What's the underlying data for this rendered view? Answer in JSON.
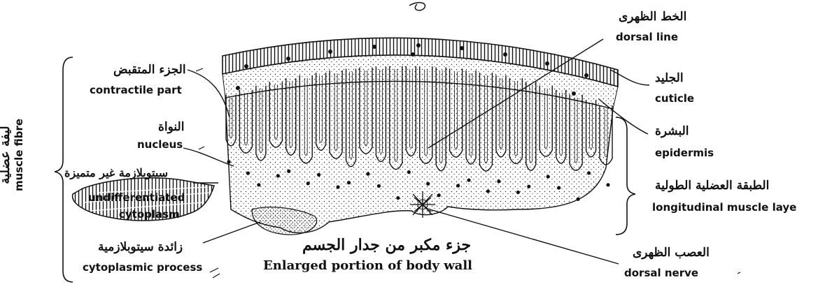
{
  "labels": {
    "contractile_ar": "الجزء المتقبض",
    "contractile_en": "contractile part",
    "nucleus_ar": "النواة",
    "nucleus_en": "nucleus",
    "undiff_ar": "سيتوبلازمة غير متميزة",
    "undiff_en_1": "undifferentiated",
    "undiff_en_2": "cytoplasm",
    "process_ar": "زائدة سيتوبلازمية",
    "process_en": "cytoplasmic process",
    "fibre_ar": "ليفة عضلية",
    "fibre_en": "muscle fibre",
    "dorsal_line_ar": "الخط الظهرى",
    "dorsal_line_en": "dorsal line",
    "cuticle_ar": "الجليد",
    "cuticle_en": "cuticle",
    "epidermis_ar": "البشرة",
    "epidermis_en": "epidermis",
    "muscle_layer_ar": "الطبقة العضلية الطولية",
    "muscle_layer_en": "longitudinal muscle laye",
    "dorsal_nerve_ar": "العصب الظهرى",
    "dorsal_nerve_en": "dorsal nerve"
  },
  "title": {
    "ar": "جزء مكبر من جدار الجسم",
    "en": "Enlarged portion of body wall"
  },
  "colors": {
    "ink": "#111111",
    "paper": "#ffffff"
  }
}
